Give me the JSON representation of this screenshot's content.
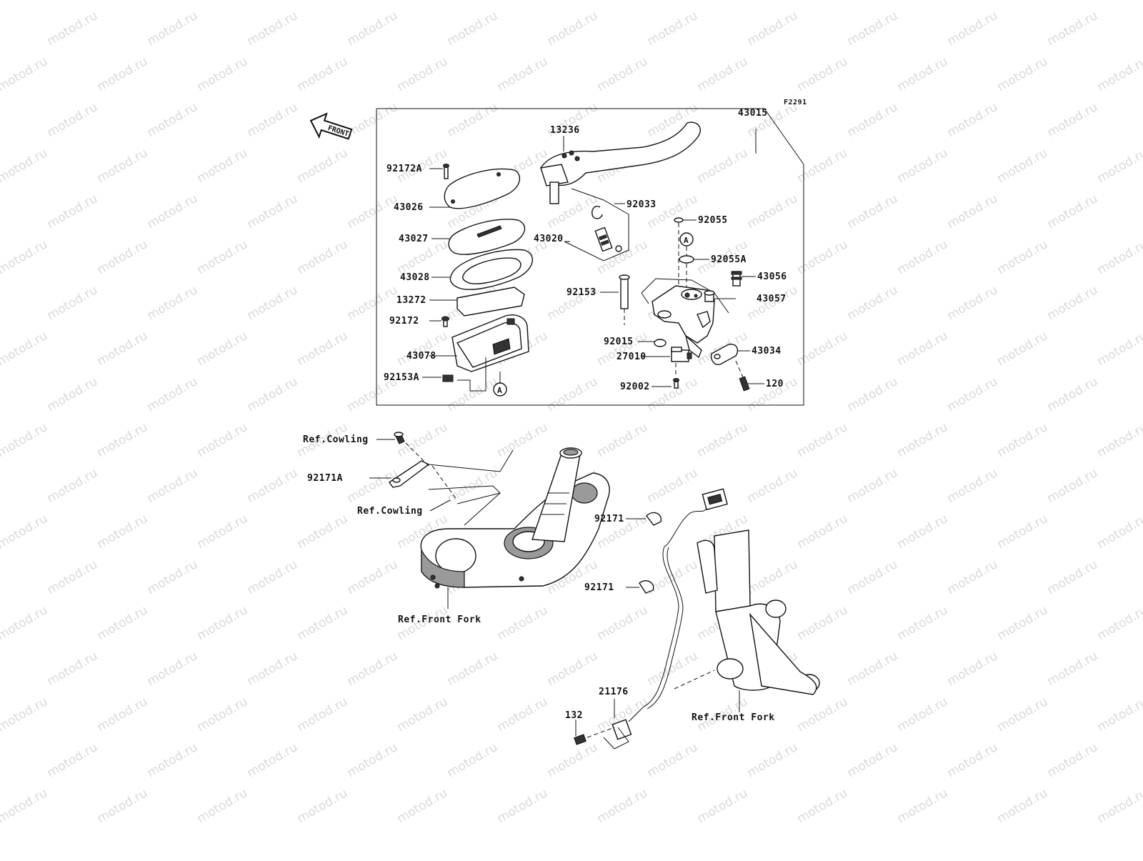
{
  "watermark": {
    "text": "motod.ru",
    "color": "#d9d9d9"
  },
  "figure_code": "F2291",
  "front_arrow": {
    "text": "FRONT"
  },
  "parts": [
    {
      "id": "p43015",
      "label": "43015"
    },
    {
      "id": "p13236",
      "label": "13236"
    },
    {
      "id": "p92172A",
      "label": "92172A"
    },
    {
      "id": "p43026",
      "label": "43026"
    },
    {
      "id": "p92033",
      "label": "92033"
    },
    {
      "id": "p43027",
      "label": "43027"
    },
    {
      "id": "p43020",
      "label": "43020"
    },
    {
      "id": "p92055",
      "label": "92055"
    },
    {
      "id": "p92055A",
      "label": "92055A"
    },
    {
      "id": "p43028",
      "label": "43028"
    },
    {
      "id": "p43056",
      "label": "43056"
    },
    {
      "id": "p13272",
      "label": "13272"
    },
    {
      "id": "p92153",
      "label": "92153"
    },
    {
      "id": "p43057",
      "label": "43057"
    },
    {
      "id": "p92172",
      "label": "92172"
    },
    {
      "id": "p92015",
      "label": "92015"
    },
    {
      "id": "p43078",
      "label": "43078"
    },
    {
      "id": "p27010",
      "label": "27010"
    },
    {
      "id": "p43034",
      "label": "43034"
    },
    {
      "id": "p92153A",
      "label": "92153A"
    },
    {
      "id": "p92002",
      "label": "92002"
    },
    {
      "id": "p120",
      "label": "120"
    },
    {
      "id": "refCowling1",
      "label": "Ref.Cowling"
    },
    {
      "id": "p92171A",
      "label": "92171A"
    },
    {
      "id": "refCowling2",
      "label": "Ref.Cowling"
    },
    {
      "id": "p92171a",
      "label": "92171"
    },
    {
      "id": "p92171b",
      "label": "92171"
    },
    {
      "id": "refFork1",
      "label": "Ref.Front Fork"
    },
    {
      "id": "p21176",
      "label": "21176"
    },
    {
      "id": "p132",
      "label": "132"
    },
    {
      "id": "refFork2",
      "label": "Ref.Front Fork"
    }
  ],
  "markers": [
    {
      "id": "markerA1",
      "label": "A"
    },
    {
      "id": "markerA2",
      "label": "A"
    }
  ]
}
